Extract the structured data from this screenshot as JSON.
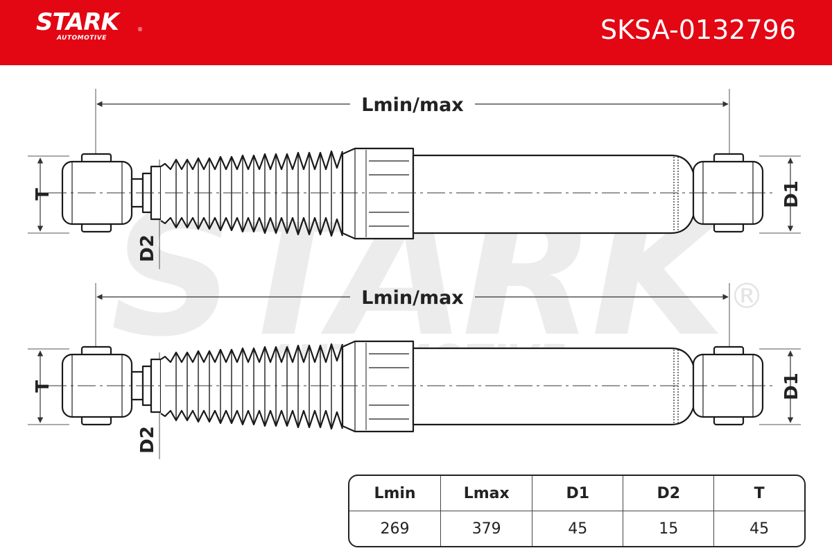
{
  "header": {
    "brand": "STARK",
    "brand_sub": "AUTOMOTIVE",
    "part_number": "SKSA-0132796",
    "bg_color": "#e30613"
  },
  "watermark": {
    "text": "STARK",
    "sub": "AUTOMOTIVE",
    "reg": "®"
  },
  "dimensions": {
    "length_label": "Lmin/max",
    "t_label": "T",
    "d1_label": "D1",
    "d2_label": "D2"
  },
  "spec_table": {
    "headers": [
      "Lmin",
      "Lmax",
      "D1",
      "D2",
      "T"
    ],
    "values": [
      "269",
      "379",
      "45",
      "15",
      "45"
    ]
  }
}
